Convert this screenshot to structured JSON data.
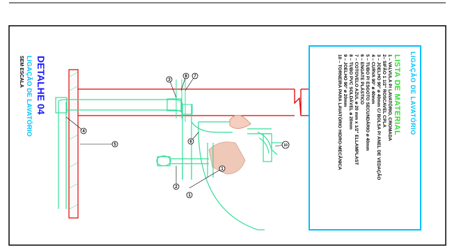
{
  "legend": {
    "title": "LIGAÇÃO DE LAVATÓRIO",
    "subtitle": "LISTA DE MATERIAL",
    "items": [
      "1 – VALVULA P/ LAVATÓRIO, CROMADA",
      "2– SIFÃO 1 1/2\" ROSCAVEL CPLA",
      "3 – JOELHO 90° ø 40mm C/ BOLSA P/ ANEL DE VEDAÇÃO",
      "4 – CURVA 90° ø 40mm",
      "5 – TUBO P/ ESGOTO SECUNDÁRIO ø 40mm",
      "6 – ENGATE PLÁSTICO",
      "7 – COTOVELO AZUL ø 20 mm x 1/2\" ELLAMPLAST",
      "8 – TUBO PVC SOLDÁVEL ø 20mm",
      "9 – JOELHO 90° ø 20mm",
      "10 – TORNEIRA PARA LAVATÓRIO HIDRO-MECÂNICA"
    ]
  },
  "detail": {
    "title": "DETALHE 04",
    "subtitle": "LIGAÇÃO DE LAVATÓRIO",
    "scale": "SEM ESCALA"
  },
  "callouts": [
    "1",
    "2",
    "3",
    "4",
    "5",
    "6",
    "7",
    "8",
    "9",
    "10"
  ],
  "colors": {
    "frame": "#000000",
    "pipe_green": "#33dd99",
    "water_pipe_red": "#e00000",
    "legend_border": "#00bfff",
    "title_blue": "#1a1aff",
    "subtitle_cyan": "#00c2ff",
    "subtitle_green": "#33dd33"
  }
}
